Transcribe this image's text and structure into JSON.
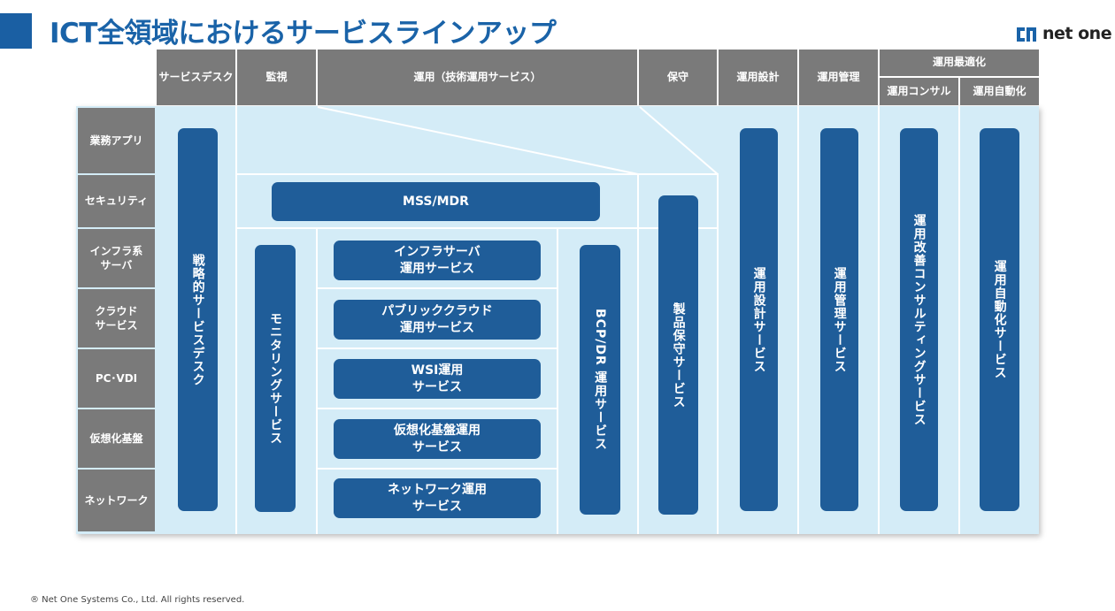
{
  "title": "ICT全領域におけるサービスラインアップ",
  "logo": {
    "text": "net one",
    "mark_icon": "net-one-logo-mark"
  },
  "columns": {
    "service_desk": "サービスデスク",
    "monitoring": "監視",
    "operation": "運用（技術運用サービス）",
    "maintenance": "保守",
    "ops_design": "運用設計",
    "ops_management": "運用管理",
    "ops_optimization": "運用最適化",
    "ops_consulting": "運用コンサル",
    "ops_automation": "運用自動化"
  },
  "rows": {
    "business_apps": "業務アプリ",
    "security": "セキュリティ",
    "infra_server_1": "インフラ系",
    "infra_server_2": "サーバ",
    "cloud_1": "クラウド",
    "cloud_2": "サービス",
    "pc_vdi": "PC･VDI",
    "virtualization": "仮想化基盤",
    "network": "ネットワーク"
  },
  "services": {
    "strategic_service_desk": "戦略的サービスデスク",
    "mss_mdr": "MSS/MDR",
    "monitoring_service": "モニタリングサービス",
    "infra_server_1": "インフラサーバ",
    "infra_server_2": "運用サービス",
    "public_cloud_1": "パブリッククラウド",
    "public_cloud_2": "運用サービス",
    "wsi_1": "WSI運用",
    "wsi_2": "サービス",
    "virtualization_1": "仮想化基盤運用",
    "virtualization_2": "サービス",
    "network_1": "ネットワーク運用",
    "network_2": "サービス",
    "bcp_dr": "BCP/DR 運用サービス",
    "product_maintenance": "製品保守サービス",
    "ops_design_service": "運用設計サービス",
    "ops_management_service": "運用管理サービス",
    "ops_improvement_consulting": "運用改善コンサルティングサービス",
    "ops_automation_service": "運用自動化サービス"
  },
  "footer": "® Net One Systems Co., Ltd. All rights reserved.",
  "colors": {
    "title": "#1a63a8",
    "pill": "#1f5d99",
    "header": "#7a7a7a",
    "cell": "#d4ecf7"
  }
}
